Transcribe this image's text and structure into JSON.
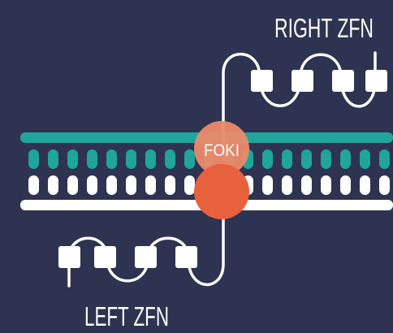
{
  "diagram": {
    "right_label": "RIGHT ZFN",
    "left_label": "LEFT ZFN",
    "nuclease_label": "FOKI"
  },
  "colors": {
    "background": "#2d3350",
    "strand_top": "#1fa59b",
    "strand_bottom": "#ffffff",
    "fok_top": "#ec8a6a",
    "fok_bottom": "#e8613d",
    "zfn": "#ffffff"
  },
  "icons": [
    "dna-strand",
    "zinc-finger-domain",
    "fok1-nuclease"
  ]
}
